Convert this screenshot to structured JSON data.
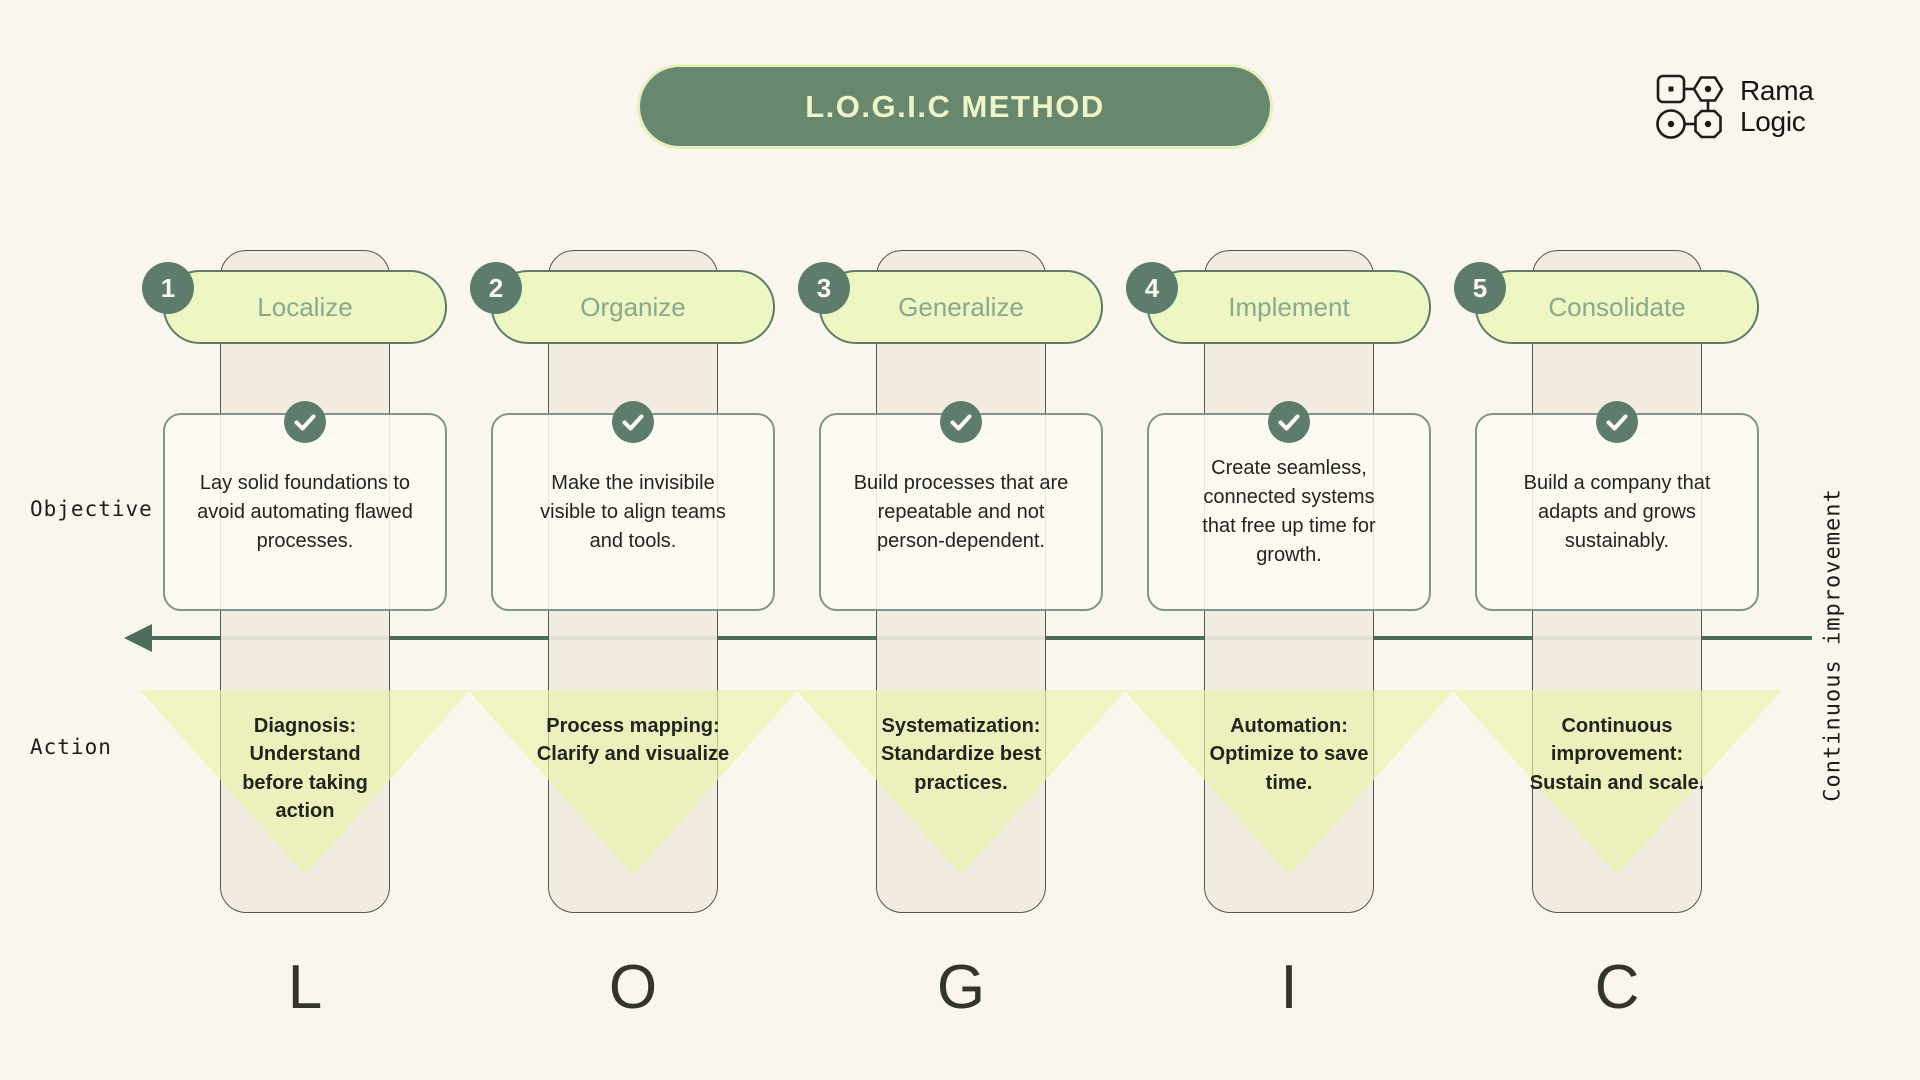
{
  "title": "L.O.G.I.C METHOD",
  "brand": {
    "name_line1": "Rama",
    "name_line2": "Logic"
  },
  "axis_labels": {
    "objective": "Objective",
    "action": "Action",
    "right_vertical": "Continuous improvement"
  },
  "columns": [
    {
      "number": "1",
      "name": "Localize",
      "letter": "L",
      "objective": "Lay solid foundations to\navoid automating flawed\nprocesses.",
      "action": "Diagnosis:\nUnderstand\nbefore taking\naction"
    },
    {
      "number": "2",
      "name": "Organize",
      "letter": "O",
      "objective": "Make the invisibile\nvisible to align teams\nand tools.",
      "action": "Process mapping:\nClarify and visualize"
    },
    {
      "number": "3",
      "name": "Generalize",
      "letter": "G",
      "objective": "Build processes that are\nrepeatable and not\nperson-dependent.",
      "action": "Systematization:\nStandardize best\npractices."
    },
    {
      "number": "4",
      "name": "Implement",
      "letter": "I",
      "objective": "Create seamless,\nconnected systems\nthat free up time for\ngrowth.",
      "action": "Automation:\nOptimize to save\ntime."
    },
    {
      "number": "5",
      "name": "Consolidate",
      "letter": "C",
      "objective": "Build a company that\nadapts and grows\nsustainably.",
      "action": "Continuous\nimprovement:\nSustain and scale."
    }
  ],
  "colors": {
    "background": "#faf6ed",
    "title_pill_bg": "#68876f",
    "title_pill_border": "#e6f0bd",
    "title_text": "#edf6c8",
    "header_pill_bg": "#eef6c4",
    "header_pill_border": "#5e7c69",
    "header_text": "#8aa88b",
    "badge_bg": "#5d7c6b",
    "column_bg": "#f0e9de",
    "column_border": "#56564c",
    "triangle": "#e9f2ab",
    "card_bg": "#fdfbf5",
    "card_border": "#7e958b",
    "check_bg": "#5d7c6b",
    "arrow": "#4c6c5b",
    "text_dark": "#22251e",
    "letter_color": "#32352c",
    "label_color": "#1d1d1d"
  }
}
